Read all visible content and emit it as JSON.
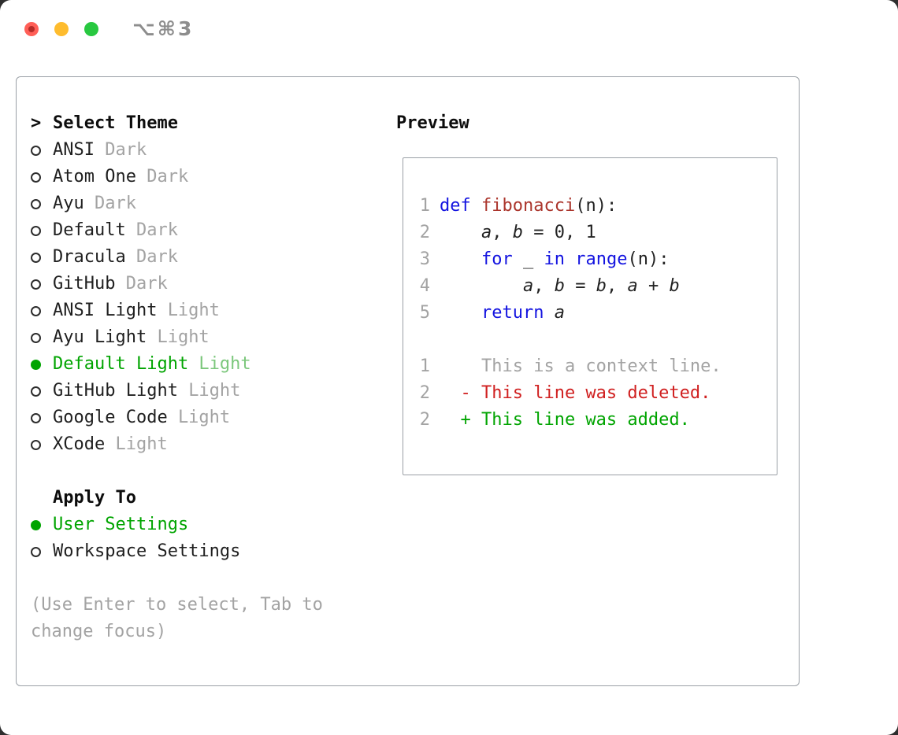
{
  "window": {
    "shortcut": "⌥⌘3"
  },
  "colors": {
    "traffic_red": "#ff5f57",
    "traffic_yellow": "#febc2e",
    "traffic_green": "#28c840",
    "accent_green": "#00a400",
    "muted_green": "#7cc77c",
    "muted_gray": "#a3a3a3",
    "keyword_blue": "#1414e0",
    "function_red": "#ab352c",
    "deleted_red": "#d02020",
    "added_green": "#00a400"
  },
  "theme_list": {
    "cursor": ">",
    "header": "Select Theme",
    "items": [
      {
        "name": "ANSI",
        "variant": "Dark",
        "selected": false
      },
      {
        "name": "Atom One",
        "variant": "Dark",
        "selected": false
      },
      {
        "name": "Ayu",
        "variant": "Dark",
        "selected": false
      },
      {
        "name": "Default",
        "variant": "Dark",
        "selected": false
      },
      {
        "name": "Dracula",
        "variant": "Dark",
        "selected": false
      },
      {
        "name": "GitHub",
        "variant": "Dark",
        "selected": false
      },
      {
        "name": "ANSI Light",
        "variant": "Light",
        "selected": false
      },
      {
        "name": "Ayu Light",
        "variant": "Light",
        "selected": false
      },
      {
        "name": "Default Light",
        "variant": "Light",
        "selected": true
      },
      {
        "name": "GitHub Light",
        "variant": "Light",
        "selected": false
      },
      {
        "name": "Google Code",
        "variant": "Light",
        "selected": false
      },
      {
        "name": "XCode",
        "variant": "Light",
        "selected": false
      }
    ]
  },
  "apply_to": {
    "header": "Apply To",
    "items": [
      {
        "label": "User Settings",
        "selected": true
      },
      {
        "label": "Workspace Settings",
        "selected": false
      }
    ]
  },
  "hint": "(Use Enter to select, Tab to change focus)",
  "preview": {
    "header": "Preview",
    "lines": [
      {
        "num": "1",
        "segments": [
          {
            "t": "def",
            "c": "kw"
          },
          {
            "t": " "
          },
          {
            "t": "fibonacci",
            "c": "fn"
          },
          {
            "t": "(n):"
          }
        ]
      },
      {
        "num": "2",
        "segments": [
          {
            "t": "    "
          },
          {
            "t": "a",
            "c": "v"
          },
          {
            "t": ", "
          },
          {
            "t": "b",
            "c": "v"
          },
          {
            "t": " = 0, 1"
          }
        ]
      },
      {
        "num": "3",
        "segments": [
          {
            "t": "    "
          },
          {
            "t": "for",
            "c": "kw"
          },
          {
            "t": " _ "
          },
          {
            "t": "in",
            "c": "kw"
          },
          {
            "t": " "
          },
          {
            "t": "range",
            "c": "kw"
          },
          {
            "t": "(n):"
          }
        ]
      },
      {
        "num": "4",
        "segments": [
          {
            "t": "        "
          },
          {
            "t": "a",
            "c": "v"
          },
          {
            "t": ", "
          },
          {
            "t": "b",
            "c": "v"
          },
          {
            "t": " = "
          },
          {
            "t": "b",
            "c": "v"
          },
          {
            "t": ", "
          },
          {
            "t": "a",
            "c": "v"
          },
          {
            "t": " + "
          },
          {
            "t": "b",
            "c": "v"
          }
        ]
      },
      {
        "num": "5",
        "segments": [
          {
            "t": "    "
          },
          {
            "t": "return",
            "c": "kw"
          },
          {
            "t": " "
          },
          {
            "t": "a",
            "c": "v"
          }
        ]
      },
      {
        "num": "",
        "segments": []
      },
      {
        "num": "1",
        "segments": [
          {
            "t": "    This is a context line.",
            "c": "ctx"
          }
        ]
      },
      {
        "num": "2",
        "segments": [
          {
            "t": "  - This line was deleted.",
            "c": "del"
          }
        ]
      },
      {
        "num": "2",
        "segments": [
          {
            "t": "  + This line was added.",
            "c": "add"
          }
        ]
      }
    ]
  }
}
